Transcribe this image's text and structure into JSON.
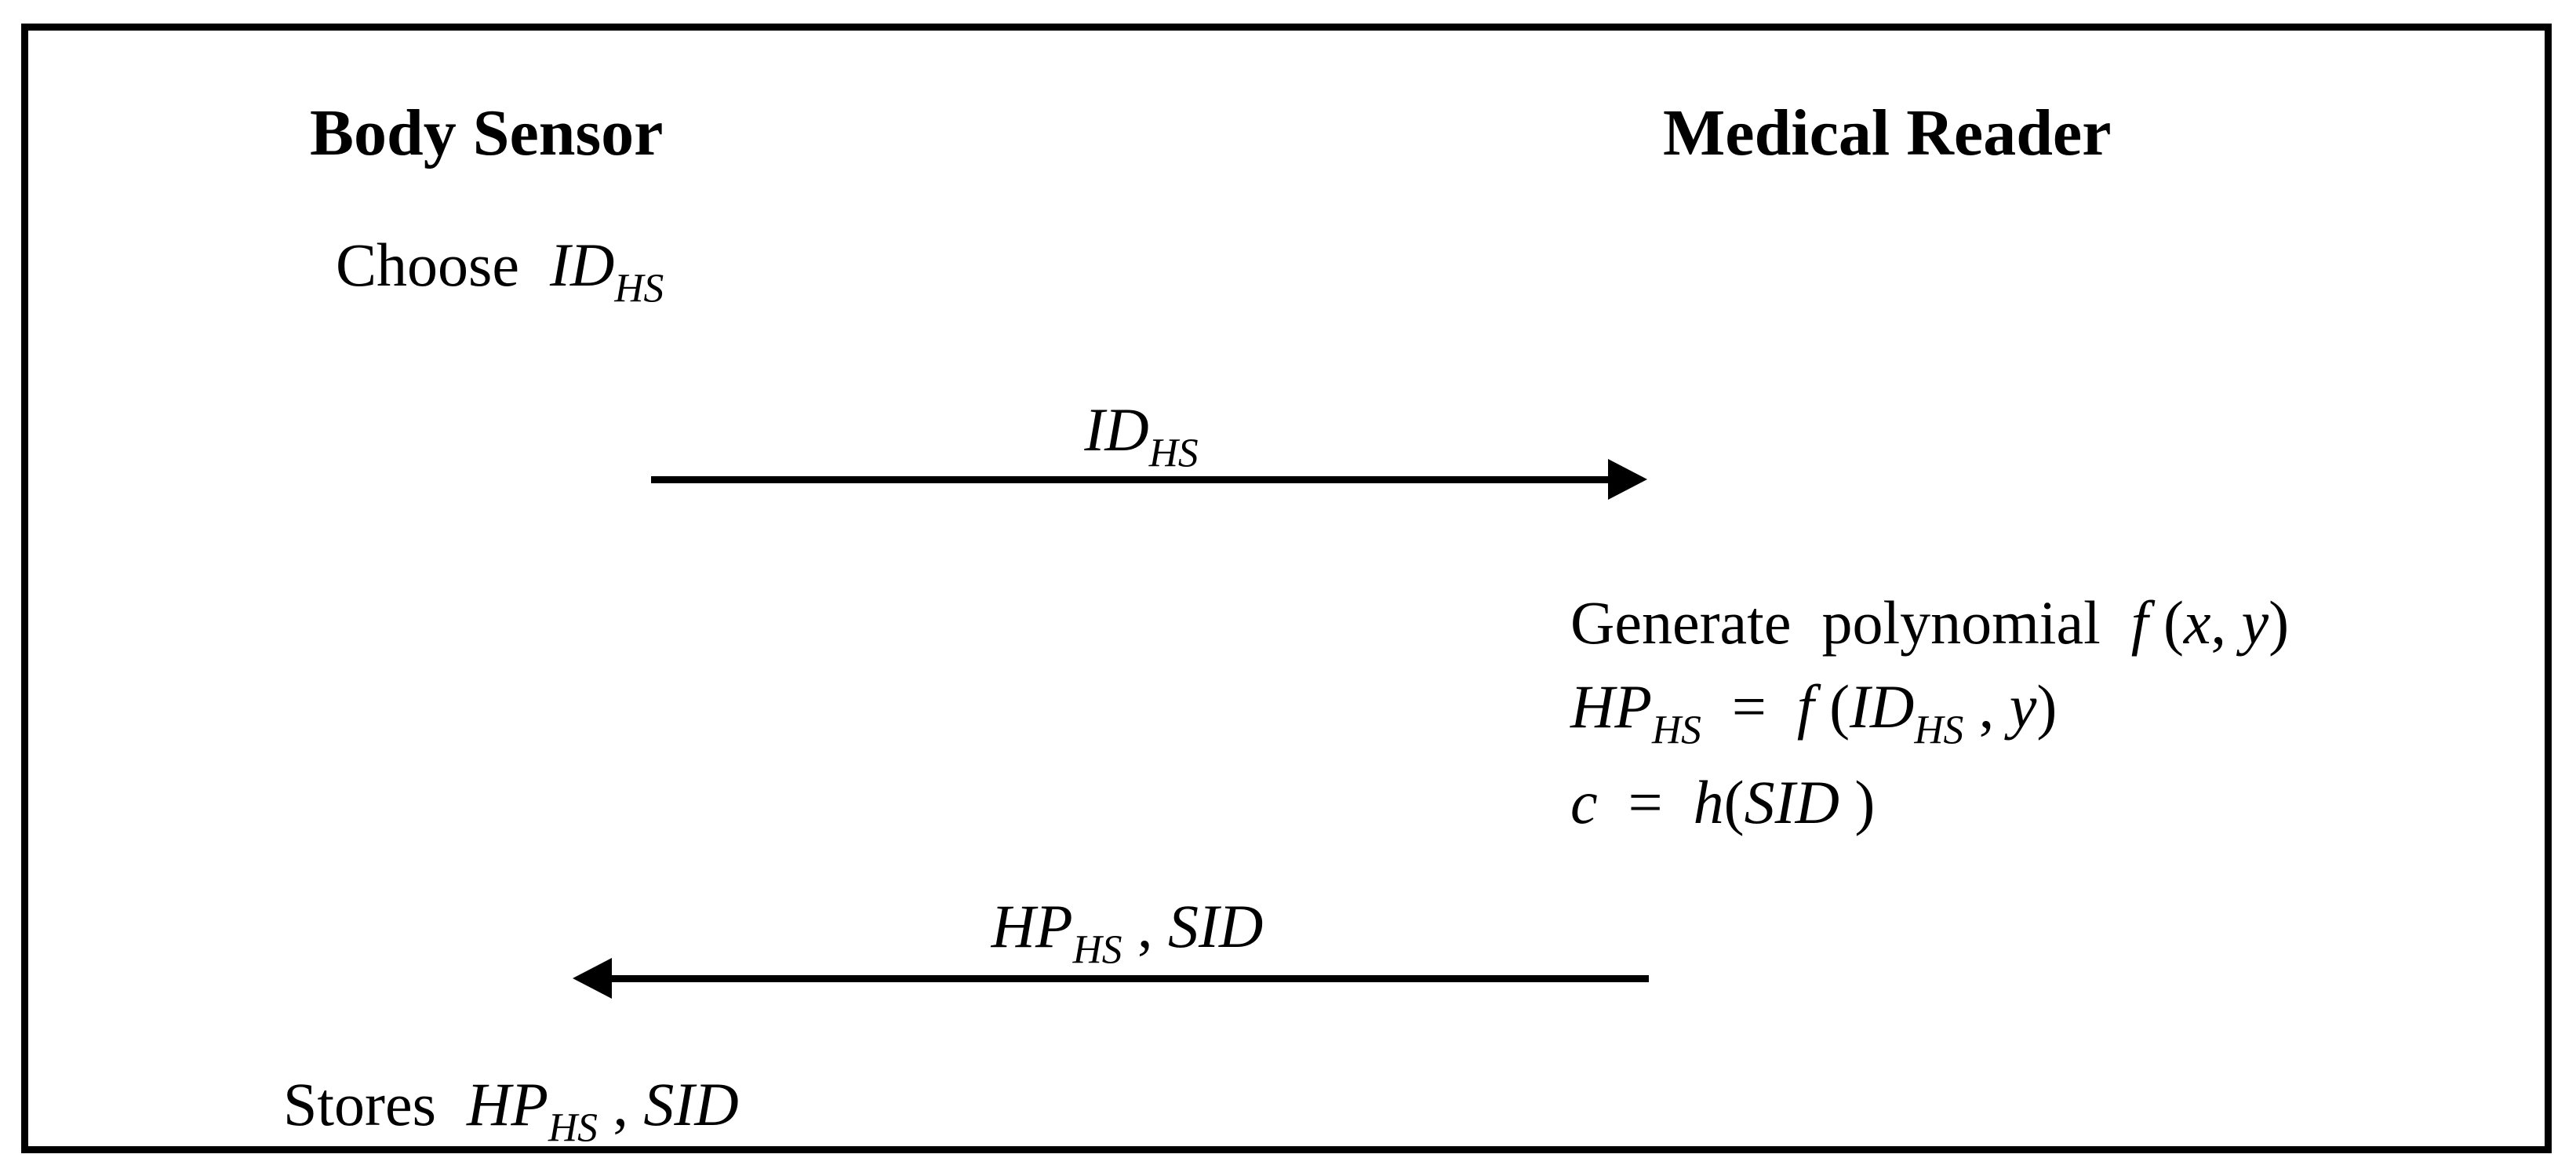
{
  "diagram": {
    "left_participant": "Body Sensor",
    "right_participant": "Medical Reader",
    "ink_color": "#000000",
    "background_color": "#ffffff",
    "steps": {
      "choose": [
        {
          "t": "Choose  ",
          "s": "n"
        },
        {
          "t": "ID",
          "s": "i"
        },
        {
          "t": "HS",
          "s": "sub"
        }
      ],
      "message1": [
        {
          "t": "ID",
          "s": "i"
        },
        {
          "t": "HS",
          "s": "sub"
        }
      ],
      "generate": [
        {
          "t": "Generate  polynomial  ",
          "s": "n"
        },
        {
          "t": "f",
          "s": "i"
        },
        {
          "t": " (",
          "s": "n"
        },
        {
          "t": "x",
          "s": "i"
        },
        {
          "t": ", ",
          "s": "n"
        },
        {
          "t": "y",
          "s": "i"
        },
        {
          "t": ")",
          "s": "n"
        }
      ],
      "compute_hp": [
        {
          "t": "HP",
          "s": "i"
        },
        {
          "t": "HS",
          "s": "sub"
        },
        {
          "t": "  =  ",
          "s": "n"
        },
        {
          "t": "f",
          "s": "i"
        },
        {
          "t": " (",
          "s": "n"
        },
        {
          "t": "ID",
          "s": "i"
        },
        {
          "t": "HS",
          "s": "sub"
        },
        {
          "t": " , ",
          "s": "n"
        },
        {
          "t": "y",
          "s": "i"
        },
        {
          "t": ")",
          "s": "n"
        }
      ],
      "compute_c": [
        {
          "t": "c",
          "s": "i"
        },
        {
          "t": "  =  ",
          "s": "n"
        },
        {
          "t": "h",
          "s": "i"
        },
        {
          "t": "(",
          "s": "n"
        },
        {
          "t": "SID",
          "s": "i"
        },
        {
          "t": " )",
          "s": "n"
        }
      ],
      "message2": [
        {
          "t": "HP",
          "s": "i"
        },
        {
          "t": "HS",
          "s": "sub"
        },
        {
          "t": " , ",
          "s": "n"
        },
        {
          "t": "SID",
          "s": "i"
        }
      ],
      "stores": [
        {
          "t": "Stores  ",
          "s": "n"
        },
        {
          "t": "HP",
          "s": "i"
        },
        {
          "t": "HS",
          "s": "sub"
        },
        {
          "t": " , ",
          "s": "n"
        },
        {
          "t": "SID",
          "s": "i"
        }
      ]
    }
  }
}
